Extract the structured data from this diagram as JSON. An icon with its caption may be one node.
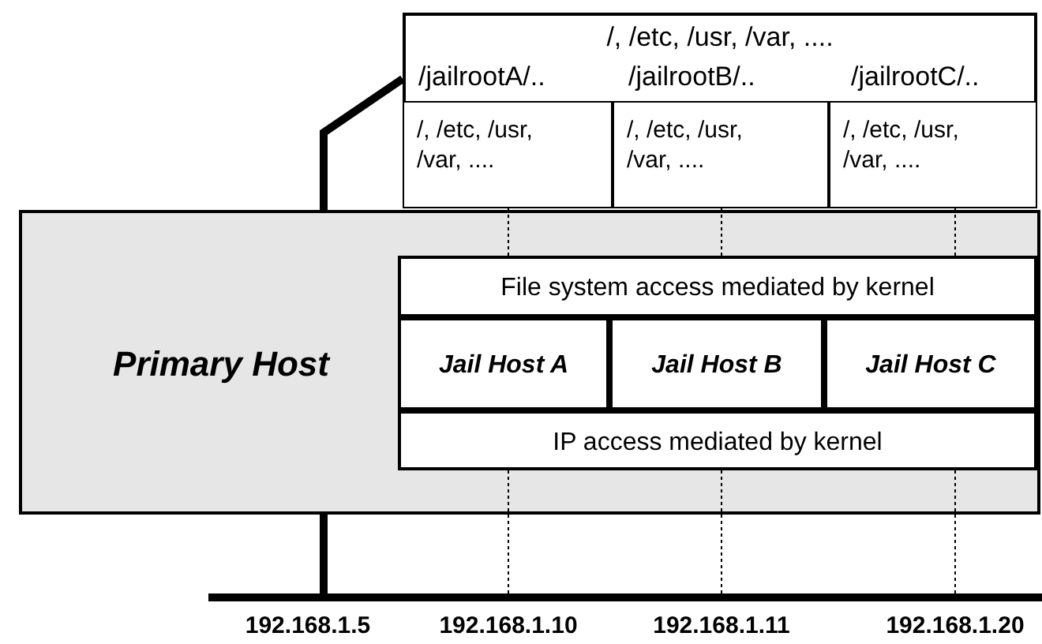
{
  "diagram": {
    "nodes": [
      {
        "text": [
          "/, /etc, /usr, /var, ...."
        ]
      },
      {
        "text": [
          "/, /etc, /usr, /var, ...."
        ],
        "beside": [
          "/jailrootA/.."
        ],
        "in": 0
      },
      {
        "text": [
          "/, /etc, /usr, /var, ...."
        ],
        "beside": [
          "/jailrootB/.."
        ],
        "in": 0
      },
      {
        "text": [
          "/, /etc, /usr, /var, ...."
        ],
        "beside": [
          "/jailrootC/.."
        ],
        "in": 0
      },
      {
        "text": [
          "Primary Host"
        ]
      },
      {
        "text": [
          "File system access mediated by kernel"
        ],
        "in": 4
      },
      {
        "text": [
          "Jail Host A"
        ],
        "in": 4
      },
      {
        "text": [
          "Jail Host B"
        ],
        "in": 4
      },
      {
        "text": [
          "Jail Host C"
        ],
        "in": 4
      },
      {
        "text": [
          "IP access mediated by kernel"
        ],
        "in": 4
      },
      {
        "text": [],
        "shape": "bar"
      }
    ],
    "edges": [
      {
        "from": 4,
        "to": 0,
        "arrow": "none",
        "style": "thick"
      },
      {
        "from": 4,
        "to": 10,
        "arrow": "none",
        "style": "thick"
      },
      {
        "from": 1,
        "to": 5,
        "arrow": "none",
        "style": "dashed"
      },
      {
        "from": 2,
        "to": 5,
        "arrow": "none",
        "style": "dashed"
      },
      {
        "from": 3,
        "to": 5,
        "arrow": "none",
        "style": "dashed"
      },
      {
        "from": 9,
        "to": 10,
        "arrow": "none",
        "style": "dashed"
      },
      {
        "from": 9,
        "to": 10,
        "arrow": "none",
        "style": "dashed"
      },
      {
        "from": 9,
        "to": 10,
        "arrow": "none",
        "style": "dashed"
      }
    ],
    "labels": [
      "192.168.1.5",
      "192.168.1.10",
      "192.168.1.11",
      "192.168.1.20"
    ]
  }
}
